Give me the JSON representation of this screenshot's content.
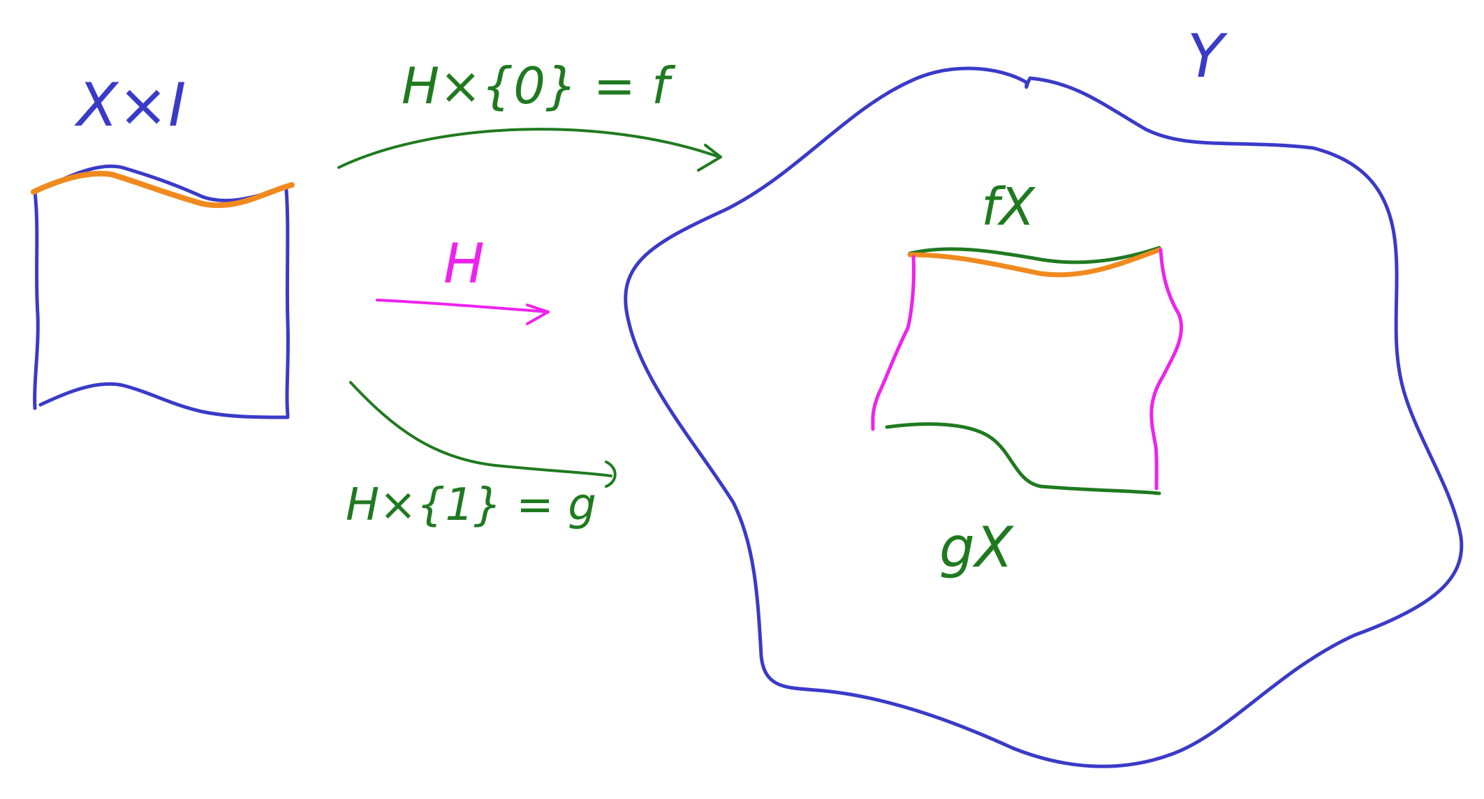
{
  "labels": {
    "domain_space": "X×I",
    "target_space": "Y",
    "top_arrow": "H×{0} = f",
    "middle_arrow": "H",
    "bottom_arrow": "H×{1} = g",
    "image_top": "fX",
    "image_bottom": "gX"
  },
  "colors": {
    "blue": "#3a3ac8",
    "orange": "#f08a1e",
    "green": "#1f7a1f",
    "magenta": "#ee22ee"
  }
}
